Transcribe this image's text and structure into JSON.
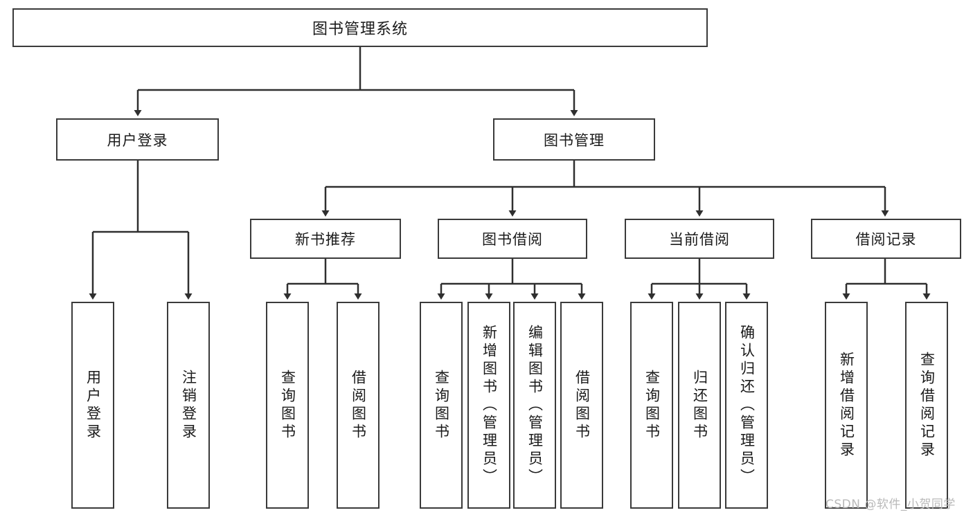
{
  "diagram": {
    "title": "图书管理系统",
    "watermark": "CSDN @软件_小贺同学",
    "colors": {
      "border": "#3a3a3a",
      "background": "#ffffff",
      "text": "#1a1a1a",
      "watermark": "#b9b9b9"
    },
    "nodes": {
      "root": {
        "label": "图书管理系统"
      },
      "level1": [
        {
          "label": "用户登录"
        },
        {
          "label": "图书管理"
        }
      ],
      "level2": [
        {
          "label": "新书推荐"
        },
        {
          "label": "图书借阅"
        },
        {
          "label": "当前借阅"
        },
        {
          "label": "借阅记录"
        }
      ],
      "leaves": {
        "user_login": [
          {
            "label": "用户登录"
          },
          {
            "label": "注销登录"
          }
        ],
        "new_book_recommend": [
          {
            "label": "查询图书"
          },
          {
            "label": "借阅图书"
          }
        ],
        "book_borrow": [
          {
            "label": "查询图书"
          },
          {
            "label": "新增图书（管理员）"
          },
          {
            "label": "编辑图书（管理员）"
          },
          {
            "label": "借阅图书"
          }
        ],
        "current_borrow": [
          {
            "label": "查询图书"
          },
          {
            "label": "归还图书"
          },
          {
            "label": "确认归还（管理员）"
          }
        ],
        "borrow_record": [
          {
            "label": "新增借阅记录"
          },
          {
            "label": "查询借阅记录"
          }
        ]
      }
    }
  }
}
